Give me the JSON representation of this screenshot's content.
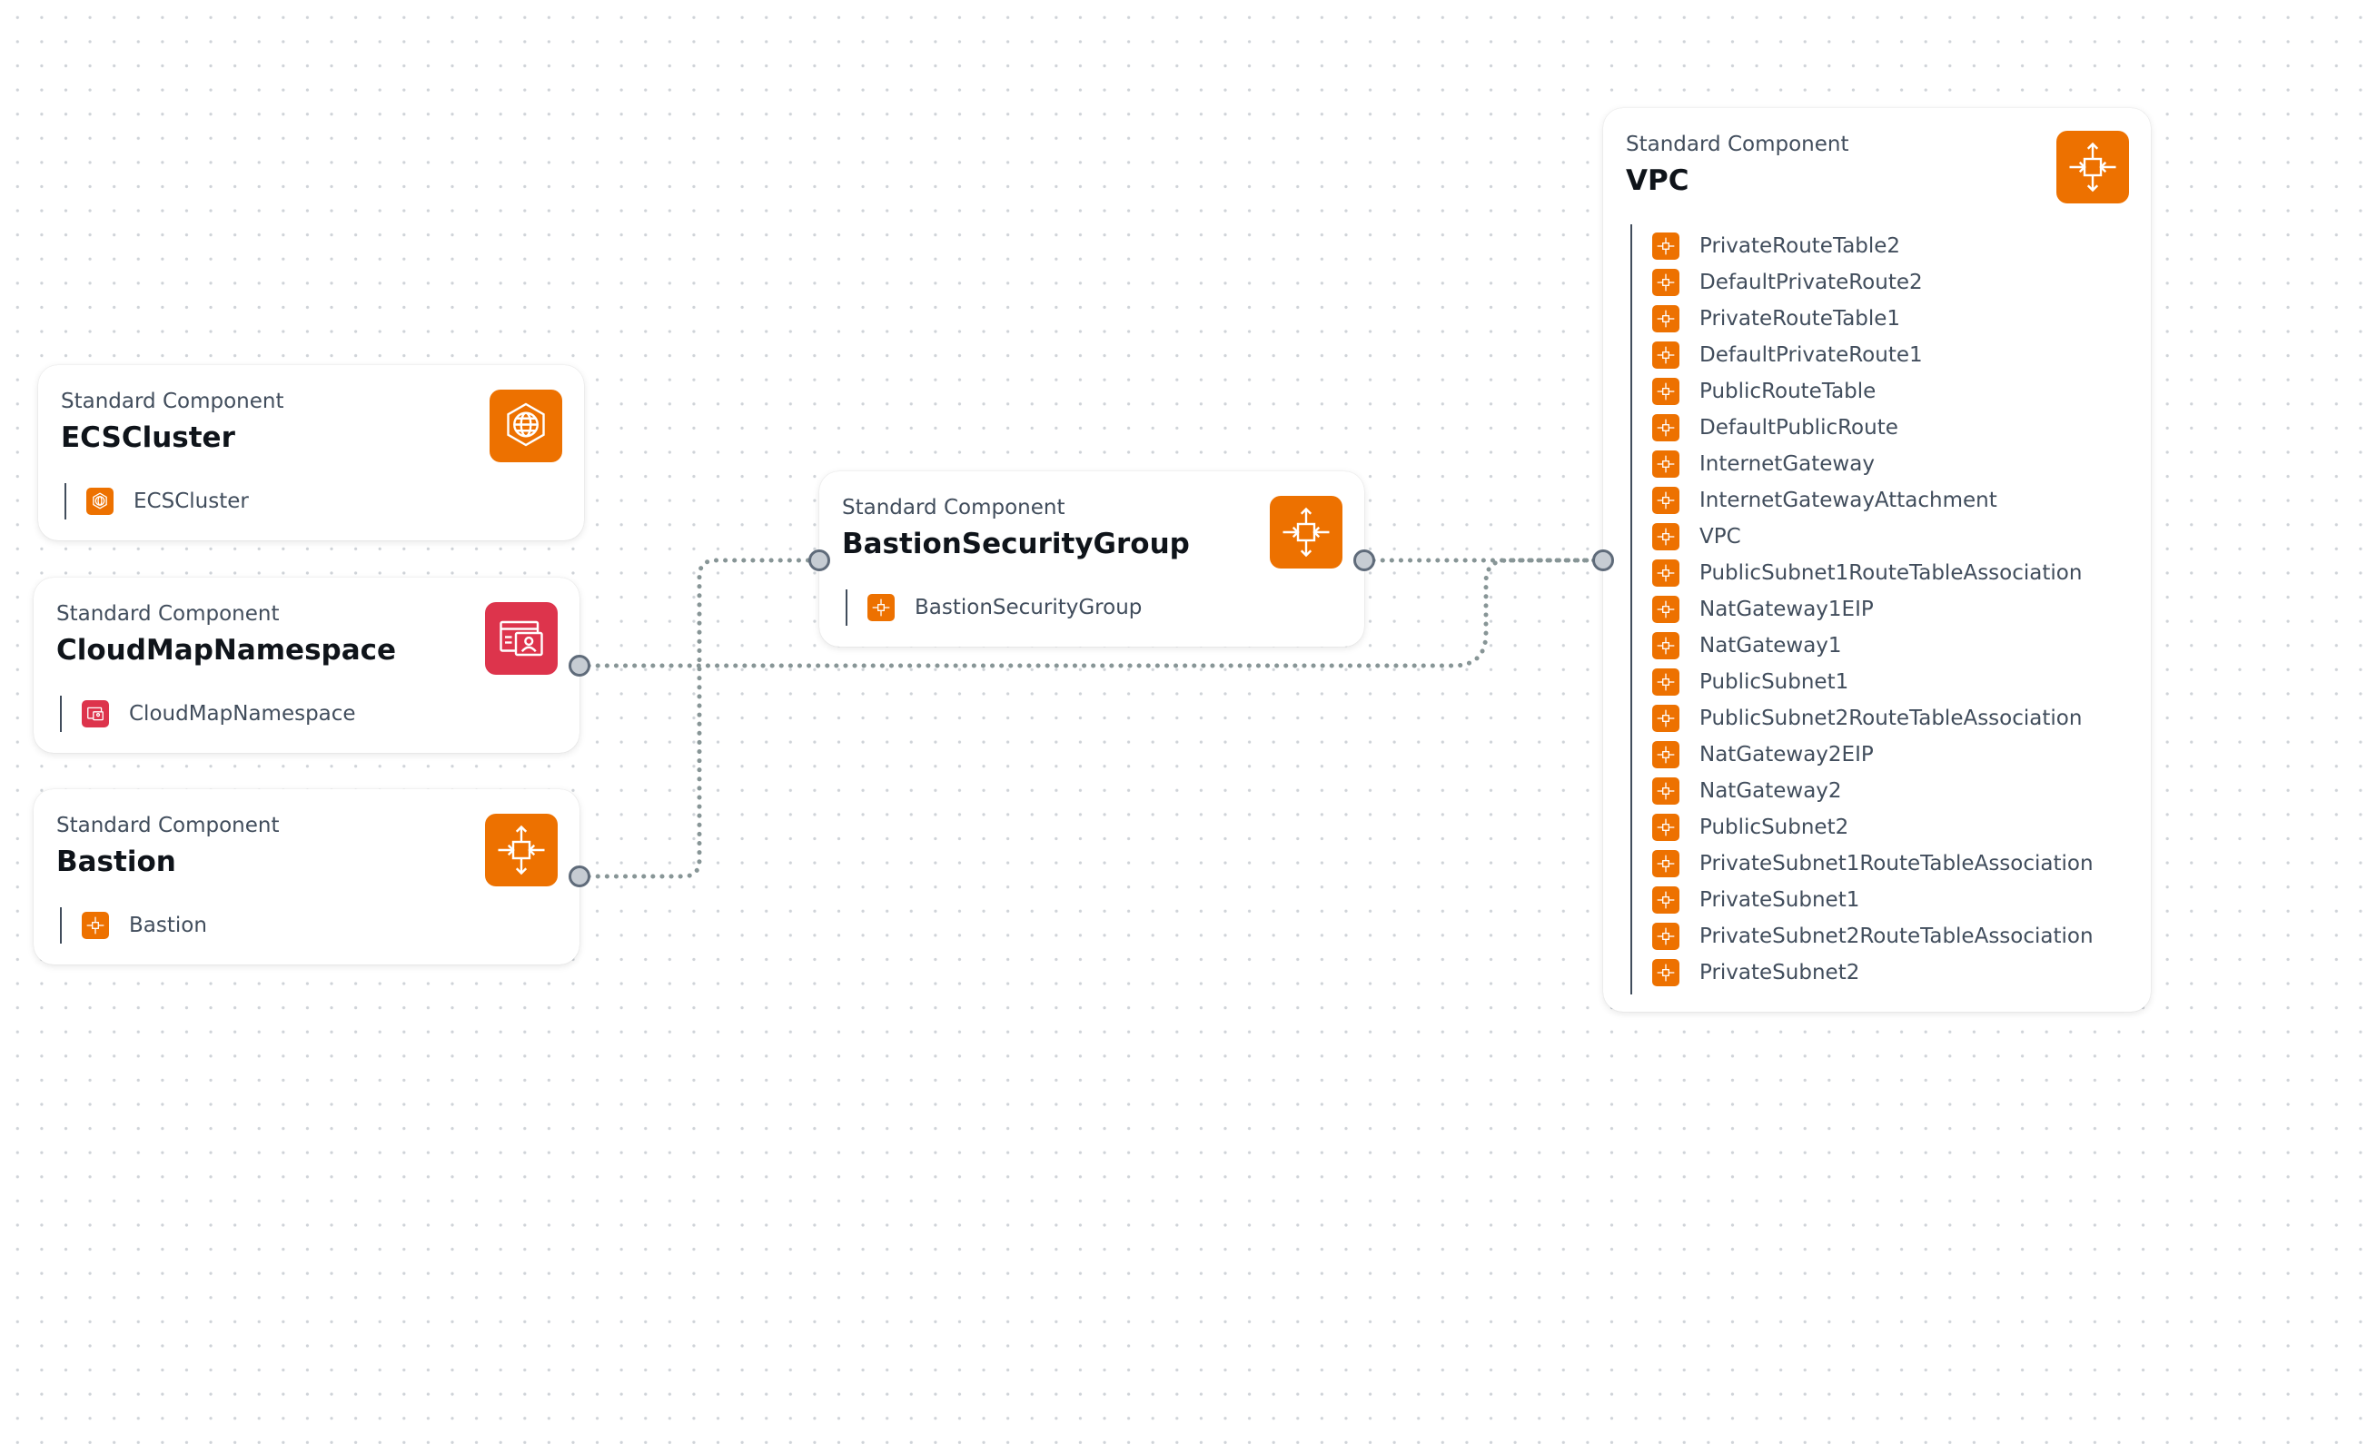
{
  "colors": {
    "compute_orange": "#ed7100",
    "app_integration_red": "#dd344c",
    "connector": "#879596",
    "port_fill": "#c6ccd3",
    "port_border": "#5f6b7a"
  },
  "nodes": [
    {
      "id": "ecscluster",
      "kind": "Standard Component",
      "title": "ECSCluster",
      "icon": "ecs-cluster-icon",
      "color": "orange",
      "resources": [
        {
          "label": "ECSCluster",
          "icon": "ecs-cluster-icon",
          "color": "orange"
        }
      ]
    },
    {
      "id": "cloudmap",
      "kind": "Standard Component",
      "title": "CloudMapNamespace",
      "icon": "cloud-map-icon",
      "color": "red",
      "resources": [
        {
          "label": "CloudMapNamespace",
          "icon": "cloud-map-icon",
          "color": "red"
        }
      ]
    },
    {
      "id": "bastion",
      "kind": "Standard Component",
      "title": "Bastion",
      "icon": "ec2-chip-icon",
      "color": "orange",
      "resources": [
        {
          "label": "Bastion",
          "icon": "ec2-chip-icon",
          "color": "orange"
        }
      ]
    },
    {
      "id": "bastionsg",
      "kind": "Standard Component",
      "title": "BastionSecurityGroup",
      "icon": "ec2-chip-icon",
      "color": "orange",
      "resources": [
        {
          "label": "BastionSecurityGroup",
          "icon": "ec2-chip-icon",
          "color": "orange"
        }
      ]
    },
    {
      "id": "vpc",
      "kind": "Standard Component",
      "title": "VPC",
      "icon": "ec2-chip-icon",
      "color": "orange",
      "resources": [
        {
          "label": "PrivateRouteTable2",
          "icon": "ec2-chip-icon",
          "color": "orange"
        },
        {
          "label": "DefaultPrivateRoute2",
          "icon": "ec2-chip-icon",
          "color": "orange"
        },
        {
          "label": "PrivateRouteTable1",
          "icon": "ec2-chip-icon",
          "color": "orange"
        },
        {
          "label": "DefaultPrivateRoute1",
          "icon": "ec2-chip-icon",
          "color": "orange"
        },
        {
          "label": "PublicRouteTable",
          "icon": "ec2-chip-icon",
          "color": "orange"
        },
        {
          "label": "DefaultPublicRoute",
          "icon": "ec2-chip-icon",
          "color": "orange"
        },
        {
          "label": "InternetGateway",
          "icon": "ec2-chip-icon",
          "color": "orange"
        },
        {
          "label": "InternetGatewayAttachment",
          "icon": "ec2-chip-icon",
          "color": "orange"
        },
        {
          "label": "VPC",
          "icon": "ec2-chip-icon",
          "color": "orange"
        },
        {
          "label": "PublicSubnet1RouteTableAssociation",
          "icon": "ec2-chip-icon",
          "color": "orange"
        },
        {
          "label": "NatGateway1EIP",
          "icon": "ec2-chip-icon",
          "color": "orange"
        },
        {
          "label": "NatGateway1",
          "icon": "ec2-chip-icon",
          "color": "orange"
        },
        {
          "label": "PublicSubnet1",
          "icon": "ec2-chip-icon",
          "color": "orange"
        },
        {
          "label": "PublicSubnet2RouteTableAssociation",
          "icon": "ec2-chip-icon",
          "color": "orange"
        },
        {
          "label": "NatGateway2EIP",
          "icon": "ec2-chip-icon",
          "color": "orange"
        },
        {
          "label": "NatGateway2",
          "icon": "ec2-chip-icon",
          "color": "orange"
        },
        {
          "label": "PublicSubnet2",
          "icon": "ec2-chip-icon",
          "color": "orange"
        },
        {
          "label": "PrivateSubnet1RouteTableAssociation",
          "icon": "ec2-chip-icon",
          "color": "orange"
        },
        {
          "label": "PrivateSubnet1",
          "icon": "ec2-chip-icon",
          "color": "orange"
        },
        {
          "label": "PrivateSubnet2RouteTableAssociation",
          "icon": "ec2-chip-icon",
          "color": "orange"
        },
        {
          "label": "PrivateSubnet2",
          "icon": "ec2-chip-icon",
          "color": "orange"
        }
      ]
    }
  ],
  "edges": [
    {
      "from": "bastion",
      "to": "bastionsg"
    },
    {
      "from": "cloudmap",
      "to": "vpc"
    },
    {
      "from": "bastionsg",
      "to": "vpc"
    }
  ]
}
